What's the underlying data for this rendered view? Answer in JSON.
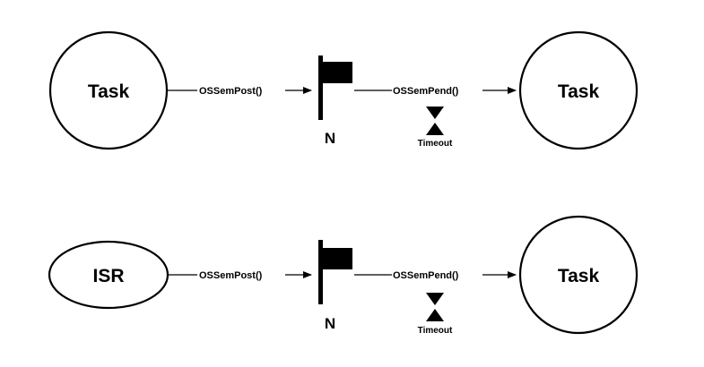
{
  "rows": [
    {
      "source": {
        "label": "Task",
        "shape": "circle"
      },
      "post_call": "OSSemPost()",
      "count_label": "N",
      "pend_call": "OSSemPend()",
      "timeout_label": "Timeout",
      "target": {
        "label": "Task",
        "shape": "circle"
      }
    },
    {
      "source": {
        "label": "ISR",
        "shape": "ellipse"
      },
      "post_call": "OSSemPost()",
      "count_label": "N",
      "pend_call": "OSSemPend()",
      "timeout_label": "Timeout",
      "target": {
        "label": "Task",
        "shape": "circle"
      }
    }
  ],
  "colors": {
    "stroke": "#000000",
    "fill": "#ffffff"
  },
  "icons": {
    "semaphore": "flag-icon",
    "timeout": "hourglass-icon"
  }
}
